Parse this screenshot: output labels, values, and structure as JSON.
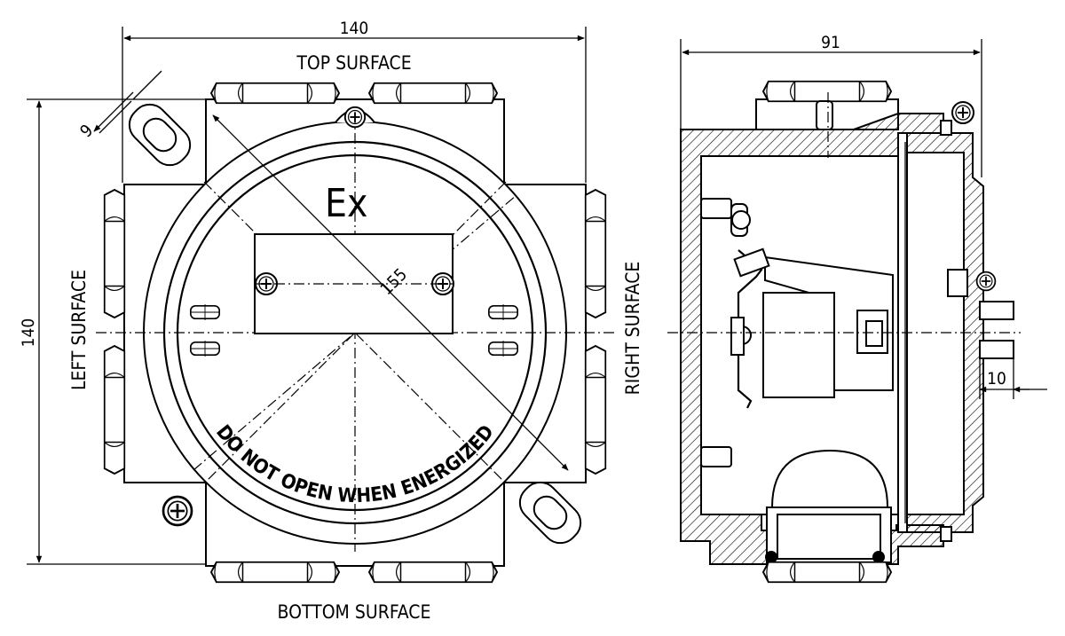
{
  "dimensions": {
    "front_width": "140",
    "front_height": "140",
    "diagonal": "155",
    "boss": "9",
    "side_depth": "91",
    "stud": "10"
  },
  "labels": {
    "top": "TOP SURFACE",
    "bottom": "BOTTOM SURFACE",
    "left": "LEFT SURFACE",
    "right": "RIGHT SURFACE",
    "marking": "Ex",
    "warning": "DO NOT OPEN WHEN ENERGIZED"
  },
  "colors": {
    "line": "#000000",
    "background": "#ffffff"
  }
}
